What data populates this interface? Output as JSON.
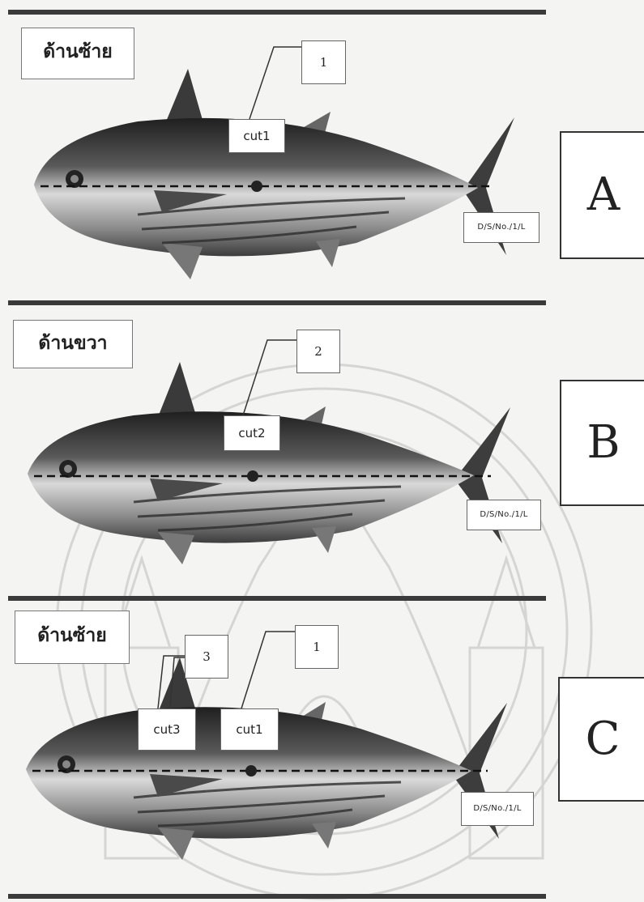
{
  "panels": [
    {
      "side_label": "ด้านซ้าย",
      "numbers": [
        "1"
      ],
      "cuts": [
        "cut1"
      ],
      "code": "D/S/No./1/L",
      "letter": "A"
    },
    {
      "side_label": "ด้านขวา",
      "numbers": [
        "2"
      ],
      "cuts": [
        "cut2"
      ],
      "code": "D/S/No./1/L",
      "letter": "B"
    },
    {
      "side_label": "ด้านซ้าย",
      "numbers": [
        "3",
        "1"
      ],
      "cuts": [
        "cut3",
        "cut1"
      ],
      "code": "D/S/No./1/L",
      "letter": "C"
    }
  ],
  "colors": {
    "rule": "#3a3a3a",
    "fish_dark": "#2b2b2b",
    "fish_light": "#d8d8d8"
  },
  "icons": [
    "tuna-fish-illustration",
    "university-seal-watermark"
  ]
}
